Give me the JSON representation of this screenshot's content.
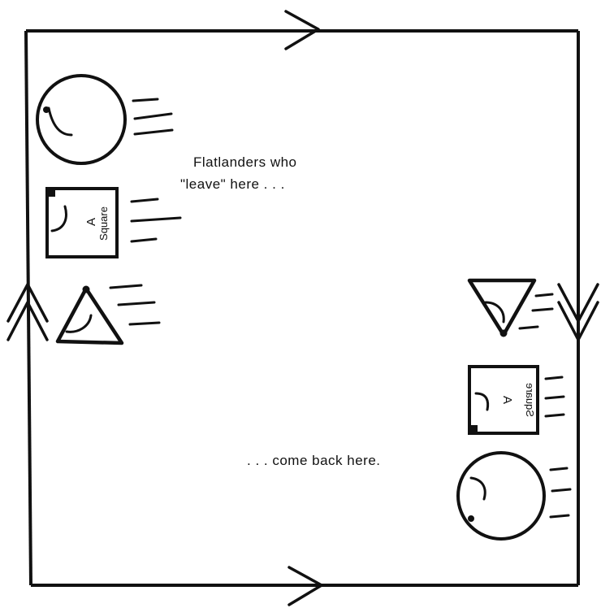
{
  "diagram": {
    "caption_top": {
      "line1": "Flatlanders who",
      "line2": "\"leave\" here . . ."
    },
    "caption_bottom": ". . . come back here.",
    "square_label": {
      "line1": "A",
      "line2": "Square"
    },
    "stroke_color": "#111111",
    "background": "#ffffff"
  }
}
